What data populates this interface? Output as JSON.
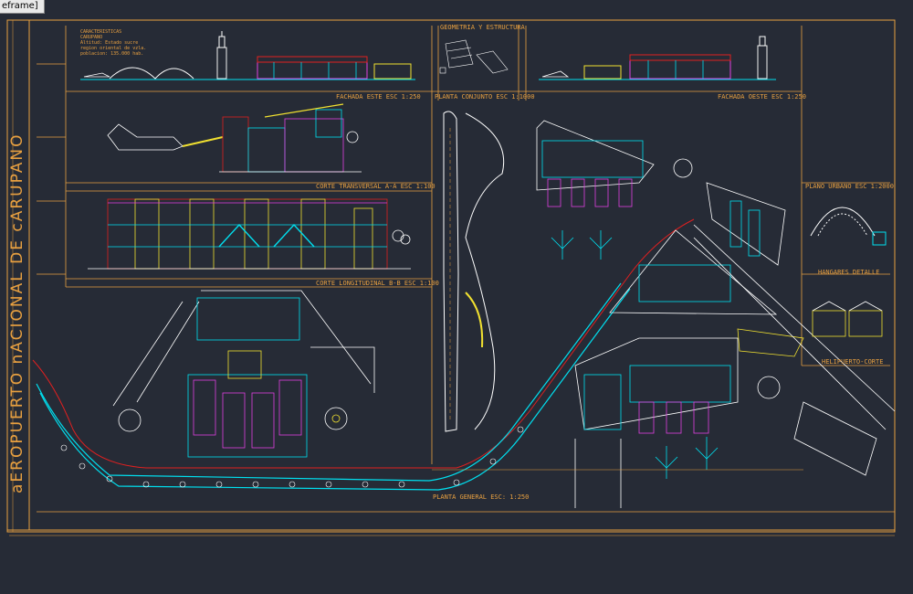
{
  "window": {
    "tab_label": "eframe]"
  },
  "sheet": {
    "side_title": "aEROPUERTO nACIONAL DE cARUPANO",
    "notes": [
      "CARACTERISTICAS",
      "CARUPANO",
      "Altitud: Estado sucre",
      "region oriental de vzla.",
      "poblacion: 135.000 hab."
    ],
    "labels": {
      "fachada_este": "FACHADA ESTE ESC 1:250",
      "geometria": "GEOMETRIA Y ESTRUCTURA",
      "planta_conjunto": "PLANTA CONJUNTO ESC 1:1000",
      "fachada_oeste": "FACHADA OESTE ESC 1:250",
      "corte_transversal": "CORTE TRANSVERSAL A-A ESC 1:100",
      "corte_longitudinal": "CORTE LONGITUDINAL B-B ESC 1:100",
      "plano_urbano": "PLANO URBANO ESC 1:2000",
      "hangar": "HANGARES DETALLE",
      "helipuerto": "HELIPUERTO-CORTE",
      "planta_general": "PLANTA GENERAL ESC: 1:250"
    }
  },
  "colors": {
    "frame": "#e8a040",
    "background": "#262b36",
    "red_line": "#e02020",
    "cyan": "#00e0f0",
    "white": "#f0f0f0",
    "yellow": "#f0e030",
    "magenta": "#e040e0"
  }
}
